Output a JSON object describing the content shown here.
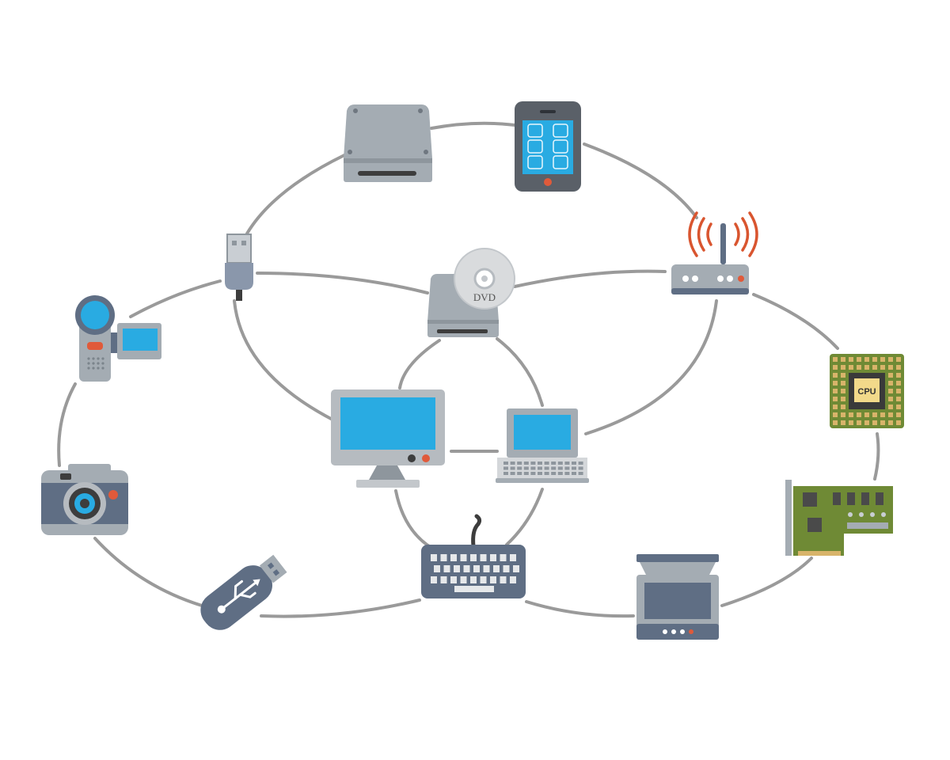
{
  "diagram": {
    "colors": {
      "background": "#ffffff",
      "connector": "#999999",
      "device_gray": "#a4acb3",
      "device_dark": "#5f6e84",
      "screen_blue": "#29abe2",
      "accent_red": "#e05a3a",
      "board_green": "#6f8a35"
    },
    "devices": [
      {
        "id": "hard-drive",
        "icon": "hard-drive-icon"
      },
      {
        "id": "tablet",
        "icon": "tablet-icon"
      },
      {
        "id": "router",
        "icon": "wifi-router-icon"
      },
      {
        "id": "usb-plug",
        "icon": "usb-plug-icon"
      },
      {
        "id": "dvd-drive",
        "icon": "dvd-drive-icon",
        "label": "DVD"
      },
      {
        "id": "video-camera",
        "icon": "video-camera-icon"
      },
      {
        "id": "cpu",
        "icon": "cpu-chip-icon",
        "label": "CPU"
      },
      {
        "id": "monitor",
        "icon": "desktop-monitor-icon"
      },
      {
        "id": "laptop",
        "icon": "laptop-icon"
      },
      {
        "id": "photo-camera",
        "icon": "photo-camera-icon"
      },
      {
        "id": "expansion-card",
        "icon": "expansion-card-icon"
      },
      {
        "id": "keyboard",
        "icon": "keyboard-icon"
      },
      {
        "id": "flash-drive",
        "icon": "usb-flash-drive-icon"
      },
      {
        "id": "scanner",
        "icon": "scanner-icon"
      }
    ]
  }
}
